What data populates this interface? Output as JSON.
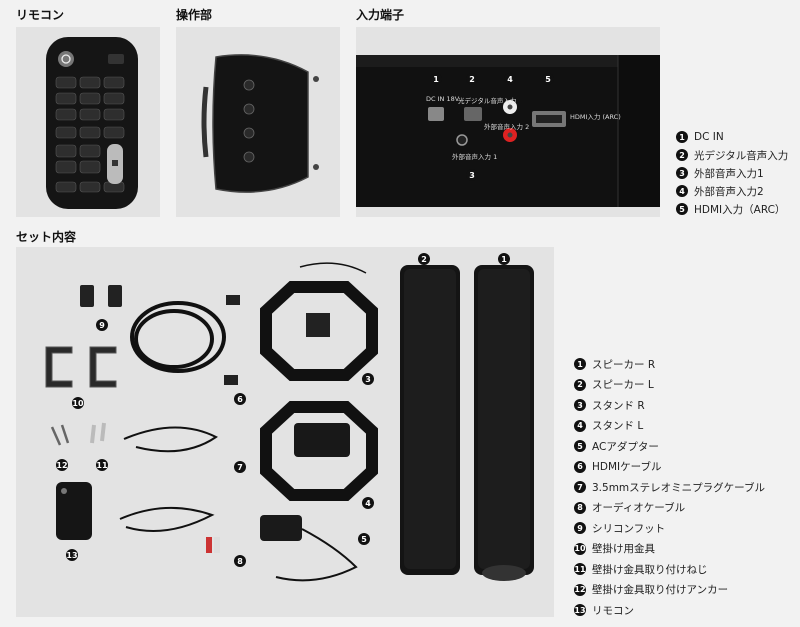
{
  "remote_section": {
    "title": "リモコン"
  },
  "controls_section": {
    "title": "操作部"
  },
  "inputs_section": {
    "title": "入力端子",
    "port_labels": {
      "dc_in": "DC IN 18V",
      "optical": "光デジタル音声入力",
      "ext_audio_1": "外部音声入力 1",
      "ext_audio_2": "外部音声入力 2",
      "hdmi": "HDMI入力 (ARC)"
    },
    "callouts": [
      "1",
      "2",
      "3",
      "4",
      "5"
    ]
  },
  "inputs_legend": [
    {
      "num": "1",
      "label": "DC IN"
    },
    {
      "num": "2",
      "label": "光デジタル音声入力"
    },
    {
      "num": "3",
      "label": "外部音声入力1"
    },
    {
      "num": "4",
      "label": "外部音声入力2"
    },
    {
      "num": "5",
      "label": "HDMI入力（ARC）"
    }
  ],
  "contents_section": {
    "title": "セット内容",
    "callouts": [
      "1",
      "2",
      "3",
      "4",
      "5",
      "6",
      "7",
      "8",
      "9",
      "10",
      "11",
      "12",
      "13"
    ]
  },
  "contents_legend": [
    {
      "num": "1",
      "label": "スピーカー R"
    },
    {
      "num": "2",
      "label": "スピーカー L"
    },
    {
      "num": "3",
      "label": "スタンド R"
    },
    {
      "num": "4",
      "label": "スタンド L"
    },
    {
      "num": "5",
      "label": "ACアダプター"
    },
    {
      "num": "6",
      "label": "HDMIケーブル"
    },
    {
      "num": "7",
      "label": "3.5mmステレオミニプラグケーブル"
    },
    {
      "num": "8",
      "label": "オーディオケーブル"
    },
    {
      "num": "9",
      "label": "シリコンフット"
    },
    {
      "num": "10",
      "label": "壁掛け用金具"
    },
    {
      "num": "11",
      "label": "壁掛け金具取り付けねじ"
    },
    {
      "num": "12",
      "label": "壁掛け金具取り付けアンカー"
    },
    {
      "num": "13",
      "label": "リモコン"
    }
  ],
  "colors": {
    "panel": "#e3e3e3",
    "device": "#151515",
    "badge": "#111111"
  },
  "icons": [
    "remote-image",
    "control-panel-image",
    "input-terminal-image",
    "speaker-image",
    "stand-image",
    "cable-image",
    "adapter-image"
  ]
}
